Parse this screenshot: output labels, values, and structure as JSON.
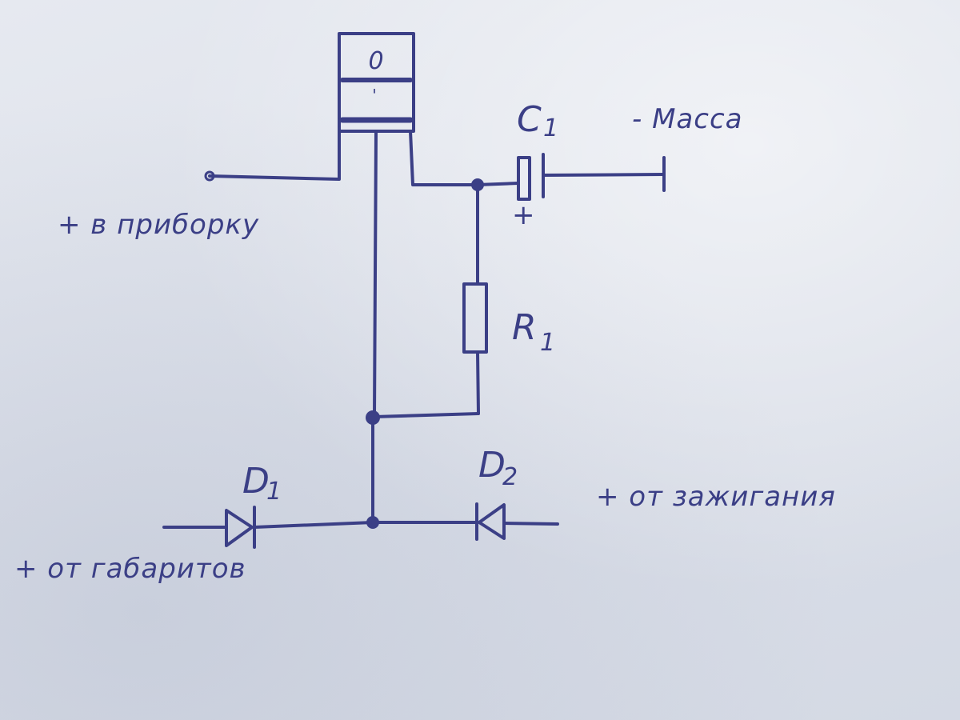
{
  "labels": {
    "c1_letter": "C",
    "c1_index": "1",
    "mass": "- Масса",
    "to_instrument": "+ в приборку",
    "c1_plus": "+",
    "r1_letter": "R",
    "r1_index": "1",
    "d1_letter": "D",
    "d1_index": "1",
    "d2_letter": "D",
    "d2_index": "2",
    "from_ignition": "+ от зажигания",
    "from_markers": "+ от габаритов"
  },
  "component": {
    "transistor_mark": "0",
    "transistor_tick": "'"
  },
  "colors": {
    "ink": "#3b3f86",
    "paper": "#dfe2ea"
  }
}
